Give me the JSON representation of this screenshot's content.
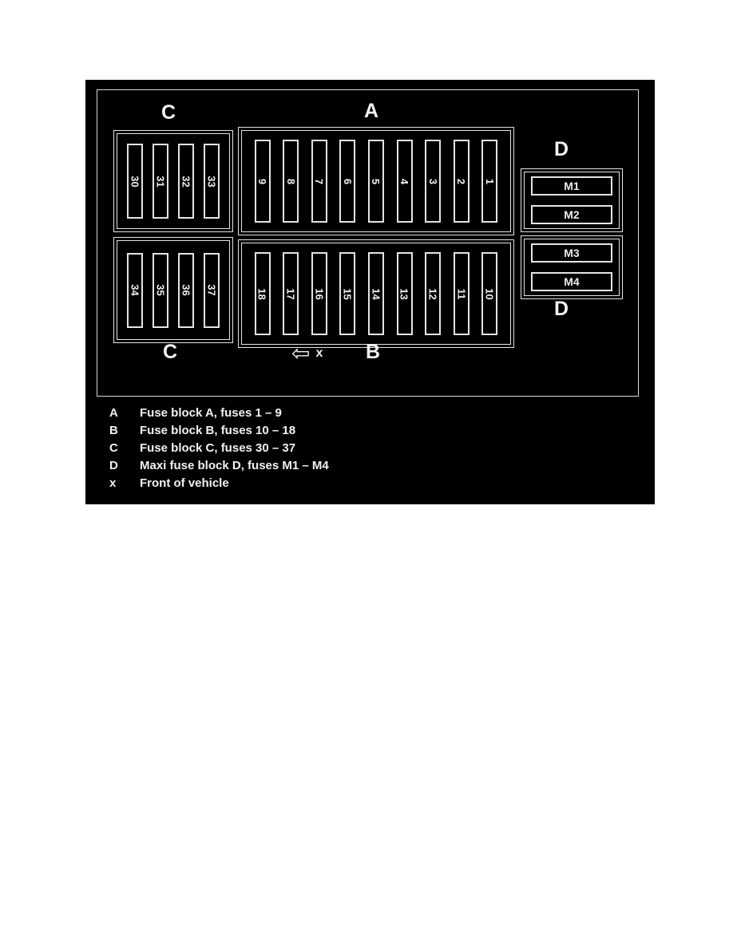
{
  "diagram": {
    "blocks": {
      "c_top": {
        "label": "C",
        "fuses": [
          "30",
          "31",
          "32",
          "33"
        ]
      },
      "a": {
        "label": "A",
        "fuses": [
          "9",
          "8",
          "7",
          "6",
          "5",
          "4",
          "3",
          "2",
          "1"
        ]
      },
      "d_top": {
        "label": "D",
        "fuses": [
          "M1",
          "M2"
        ]
      },
      "c_bottom": {
        "label": "C",
        "fuses": [
          "34",
          "35",
          "36",
          "37"
        ]
      },
      "b": {
        "label": "B",
        "fuses": [
          "18",
          "17",
          "16",
          "15",
          "14",
          "13",
          "12",
          "11",
          "10"
        ]
      },
      "d_bottom": {
        "label": "D",
        "fuses": [
          "M3",
          "M4"
        ]
      }
    },
    "arrow_label": "x",
    "icons": {
      "front_arrow_glyph": "⇦"
    },
    "colors": {
      "background": "#000000",
      "line": "#e4e4e4",
      "page": "#ffffff"
    }
  },
  "legend": {
    "rows": [
      {
        "key": "A",
        "text": "Fuse block A, fuses 1 – 9"
      },
      {
        "key": "B",
        "text": "Fuse block B, fuses 10 – 18"
      },
      {
        "key": "C",
        "text": "Fuse block C, fuses 30 – 37"
      },
      {
        "key": "D",
        "text": "Maxi fuse block D, fuses M1 – M4"
      },
      {
        "key": "x",
        "text": "Front of vehicle"
      }
    ]
  }
}
